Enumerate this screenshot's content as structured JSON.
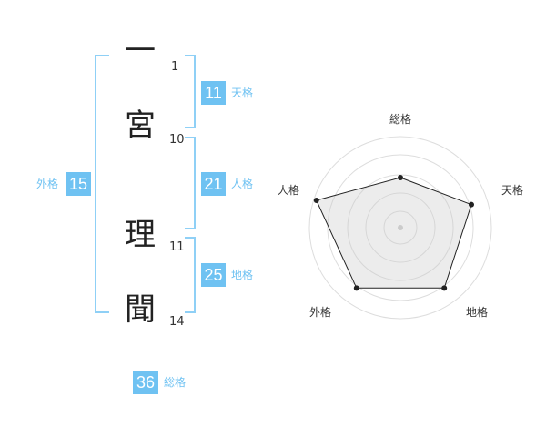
{
  "accent_color": "#6fc2f2",
  "name_chars": [
    {
      "char": "一",
      "strokes": "1"
    },
    {
      "char": "宮",
      "strokes": "10"
    },
    {
      "char": "理",
      "strokes": "11"
    },
    {
      "char": "聞",
      "strokes": "14"
    }
  ],
  "fortunes": {
    "tenkaku": {
      "value": "11",
      "label": "天格"
    },
    "jinkaku": {
      "value": "21",
      "label": "人格"
    },
    "chikaku": {
      "value": "25",
      "label": "地格"
    },
    "gaikaku": {
      "value": "15",
      "label": "外格"
    },
    "soukaku": {
      "value": "36",
      "label": "総格"
    }
  },
  "radar": {
    "axis_labels": [
      "総格",
      "天格",
      "地格",
      "外格",
      "人格"
    ],
    "levels": [
      0.55,
      0.82,
      0.82,
      0.82,
      0.97
    ]
  }
}
